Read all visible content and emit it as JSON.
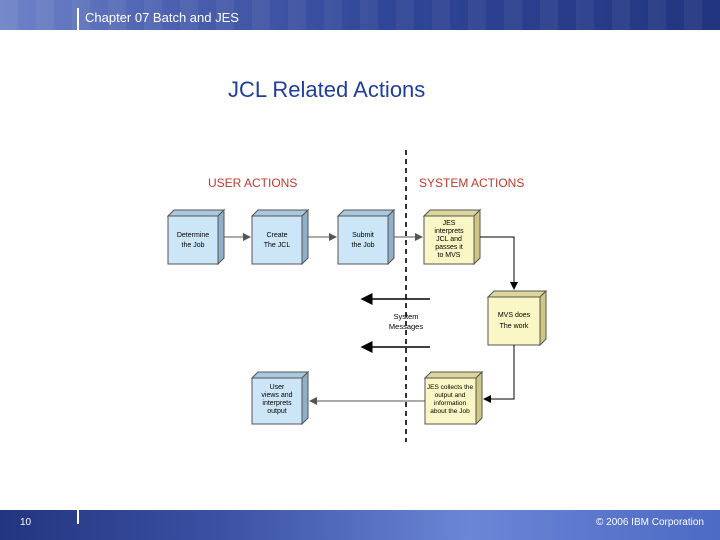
{
  "header": {
    "chapter_title": "Chapter 07 Batch and JES"
  },
  "slide": {
    "title": "JCL Related Actions"
  },
  "diagram": {
    "user_heading": "USER ACTIONS",
    "system_heading": "SYSTEM ACTIONS",
    "heading_color": "#c0392b",
    "user_box_color": "#cde6f7",
    "system_box_color": "#fbf6c5",
    "boxes": [
      {
        "lines": [
          "Determine",
          "the Job"
        ]
      },
      {
        "lines": [
          "Create",
          "The JCL"
        ]
      },
      {
        "lines": [
          "Submit",
          "the Job"
        ]
      },
      {
        "lines": [
          "JES",
          "interprets",
          "JCL and",
          "passes it",
          "to MVS"
        ]
      },
      {
        "lines": [
          "MVS does",
          "The work"
        ]
      },
      {
        "lines": [
          "JES collects the",
          "output and",
          "information",
          "about the Job"
        ]
      },
      {
        "lines": [
          "User",
          "views and",
          "interprets",
          "output"
        ]
      }
    ],
    "messages_label": [
      "System",
      "Messages"
    ]
  },
  "footer": {
    "page_number": "10",
    "copyright": "© 2006 IBM Corporation"
  }
}
